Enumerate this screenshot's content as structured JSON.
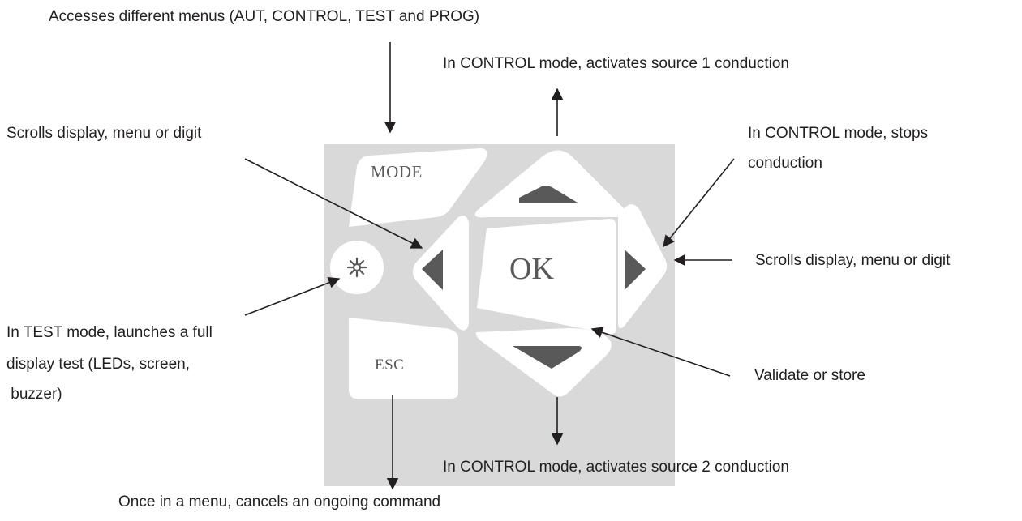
{
  "keypad": {
    "mode_label": "MODE",
    "ok_label": "OK",
    "esc_label": "ESC"
  },
  "callouts": {
    "mode": "Accesses different menus (AUT, CONTROL, TEST and PROG)",
    "up": "In CONTROL mode, activates source 1 conduction",
    "left": "Scrolls display, menu or digit",
    "right_arrow_line1": "In CONTROL mode, stops",
    "right_arrow_line2": "conduction",
    "right": "Scrolls display, menu or digit",
    "light_line1": "In TEST mode, launches a full",
    "light_line2": "display test (LEDs, screen,",
    "light_line3": " buzzer)",
    "ok": "Validate or store",
    "down": "In CONTROL mode, activates source 2 conduction",
    "esc": "Once in a menu, cancels an ongoing command"
  },
  "colors": {
    "panel": "#d9d9d9",
    "key": "#ffffff",
    "arrow_fill": "#595959",
    "line": "#231f20"
  },
  "icons": [
    "sun-icon",
    "up-triangle-icon",
    "down-triangle-icon",
    "left-triangle-icon",
    "right-triangle-icon"
  ]
}
